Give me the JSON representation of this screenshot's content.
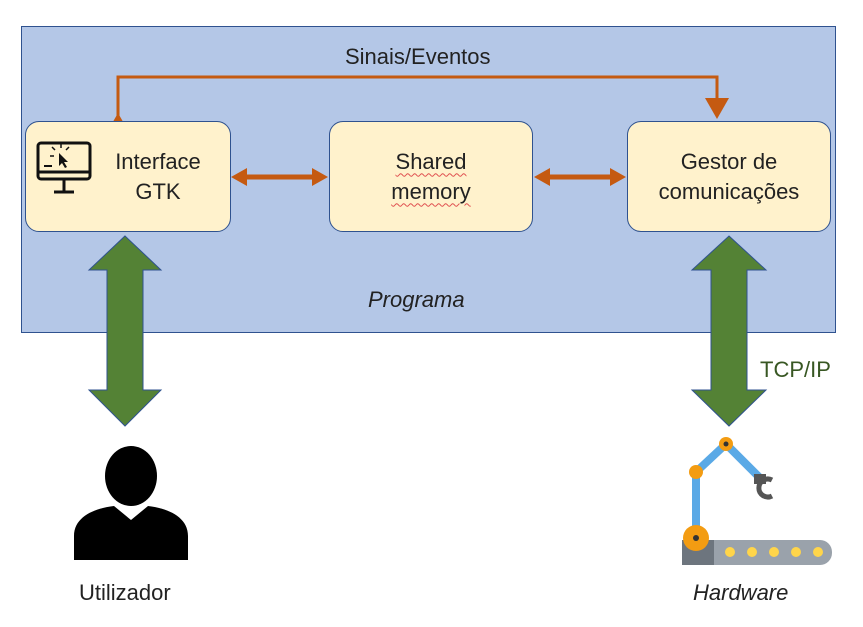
{
  "diagram": {
    "program_label": "Programa",
    "signals_label": "Sinais/Eventos",
    "boxes": {
      "interface": "Interface\nGTK",
      "shared_memory_line1": "Shared",
      "shared_memory_line2": "memory",
      "gestor": "Gestor de\ncomunicações"
    },
    "tcp_label": "TCP/IP",
    "user_label": "Utilizador",
    "hardware_label": "Hardware"
  },
  "colors": {
    "program_bg": "#b4c7e7",
    "box_fill": "#fff2cc",
    "box_border": "#2f528f",
    "orange_arrow": "#c55a11",
    "green_arrow": "#548235",
    "tcp_text": "#385723"
  },
  "icons": [
    "computer-monitor-icon",
    "user-icon",
    "robot-arm-icon"
  ]
}
